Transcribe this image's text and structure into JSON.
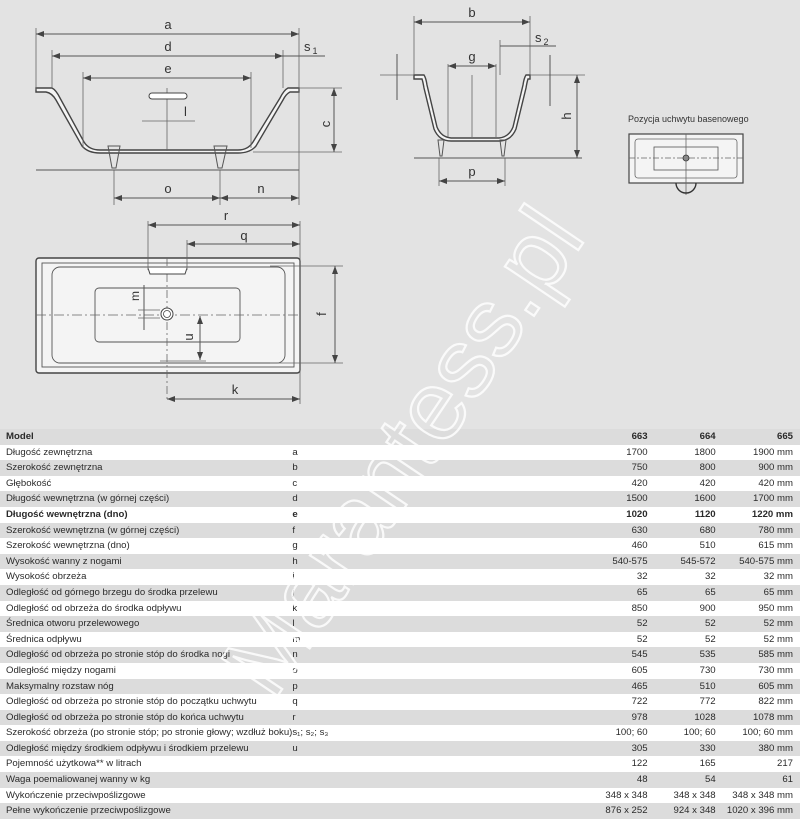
{
  "drawing": {
    "labels": {
      "a": "a",
      "d": "d",
      "e": "e",
      "s1": "s",
      "s1_sub": "1",
      "c": "c",
      "l": "l",
      "o": "o",
      "n": "n",
      "b": "b",
      "g": "g",
      "s2": "s",
      "s2_sub": "2",
      "h": "h",
      "p": "p",
      "r": "r",
      "q": "q",
      "f": "f",
      "k": "k",
      "u": "u",
      "m": "m"
    },
    "handle_position_caption": "Pozycja uchwytu basenowego"
  },
  "watermark": "Marantess.pl",
  "table": {
    "header": {
      "label": "Model",
      "symbol": "",
      "models": [
        "663",
        "664",
        "665"
      ]
    },
    "rows": [
      {
        "label": "Długość zewnętrzna",
        "symbol": "a",
        "values": [
          "1700",
          "1800",
          "1900 mm"
        ]
      },
      {
        "label": "Szerokość zewnętrzna",
        "symbol": "b",
        "values": [
          "750",
          "800",
          "900 mm"
        ]
      },
      {
        "label": "Głębokość",
        "symbol": "c",
        "values": [
          "420",
          "420",
          "420 mm"
        ]
      },
      {
        "label": "Długość wewnętrzna (w górnej części)",
        "symbol": "d",
        "values": [
          "1500",
          "1600",
          "1700 mm"
        ]
      },
      {
        "label": "Długość wewnętrzna (dno)",
        "symbol": "e",
        "values": [
          "1020",
          "1120",
          "1220 mm"
        ],
        "bold": true
      },
      {
        "label": "Szerokość wewnętrzna (w górnej części)",
        "symbol": "f",
        "values": [
          "630",
          "680",
          "780 mm"
        ]
      },
      {
        "label": "Szerokość wewnętrzna (dno)",
        "symbol": "g",
        "values": [
          "460",
          "510",
          "615 mm"
        ]
      },
      {
        "label": "Wysokość wanny z nogami",
        "symbol": "h",
        "values": [
          "540-575",
          "545-572",
          "540-575 mm"
        ]
      },
      {
        "label": "Wysokość obrzeża",
        "symbol": "i",
        "values": [
          "32",
          "32",
          "32 mm"
        ]
      },
      {
        "label": "Odległość od górnego brzegu do środka przelewu",
        "symbol": "j",
        "values": [
          "65",
          "65",
          "65 mm"
        ]
      },
      {
        "label": "Odległość od obrzeża do środka odpływu",
        "symbol": "k",
        "values": [
          "850",
          "900",
          "950 mm"
        ]
      },
      {
        "label": "Średnica otworu przelewowego",
        "symbol": "l",
        "values": [
          "52",
          "52",
          "52 mm"
        ]
      },
      {
        "label": "Średnica odpływu",
        "symbol": "m",
        "values": [
          "52",
          "52",
          "52 mm"
        ]
      },
      {
        "label": "Odległość od obrzeża po stronie stóp do środka nogi",
        "symbol": "n",
        "values": [
          "545",
          "535",
          "585 mm"
        ]
      },
      {
        "label": "Odległość między nogami",
        "symbol": "o",
        "values": [
          "605",
          "730",
          "730 mm"
        ]
      },
      {
        "label": "Maksymalny rozstaw nóg",
        "symbol": "p",
        "values": [
          "465",
          "510",
          "605 mm"
        ]
      },
      {
        "label": "Odległość od obrzeża po stronie stóp do początku uchwytu",
        "symbol": "q",
        "values": [
          "722",
          "772",
          "822 mm"
        ]
      },
      {
        "label": "Odległość od obrzeża po stronie stóp do końca uchwytu",
        "symbol": "r",
        "values": [
          "978",
          "1028",
          "1078 mm"
        ]
      },
      {
        "label": "Szerokość obrzeża (po stronie stóp; po stronie głowy; wzdłuż boku)",
        "symbol": "s₁; s₂; s₃",
        "values": [
          "100; 60",
          "100; 60",
          "100; 60 mm"
        ]
      },
      {
        "label": "Odległość między środkiem odpływu i środkiem przelewu",
        "symbol": "u",
        "values": [
          "305",
          "330",
          "380 mm"
        ]
      },
      {
        "label": "Pojemność użytkowa** w litrach",
        "symbol": "",
        "values": [
          "122",
          "165",
          "217"
        ]
      },
      {
        "label": "Waga poemaliowanej wanny w kg",
        "symbol": "",
        "values": [
          "48",
          "54",
          "61"
        ]
      },
      {
        "label": "Wykończenie przeciwpoślizgowe",
        "symbol": "",
        "values": [
          "348 x 348",
          "348 x 348",
          "348 x 348 mm"
        ]
      },
      {
        "label": "Pełne wykończenie przeciwpoślizgowe",
        "symbol": "",
        "values": [
          "876 x 252",
          "924 x 348",
          "1020 x 396 mm"
        ]
      }
    ]
  }
}
